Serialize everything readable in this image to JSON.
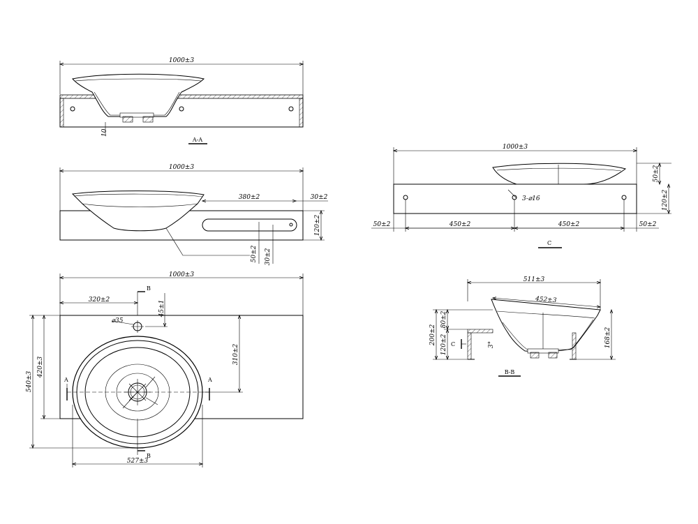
{
  "views": {
    "section_aa": {
      "name": "A-A",
      "dims": {
        "width": "1000±3",
        "bottom": "10"
      }
    },
    "elevation": {
      "dims": {
        "width": "1000±3",
        "slot_length": "380±2",
        "slot_right": "30±2",
        "height": "120±2",
        "slot_height": "50±2",
        "slot_offset": "30±2"
      }
    },
    "plan": {
      "dims": {
        "width": "1000±3",
        "tap_offset": "320±2",
        "tap_y": "45±1",
        "tap_hole": "⌀35",
        "bowl_center": "310±2",
        "depth": "540±3",
        "inner_depth": "420±3",
        "bowl_width": "527±3"
      },
      "markers": {
        "section_b_top": "B",
        "section_b_bottom": "B",
        "section_a_left": "A",
        "section_a_right": "A"
      }
    },
    "view_c": {
      "name": "C",
      "dims": {
        "width": "1000±3",
        "bowl_top": "50±2",
        "height": "120±2",
        "left_edge": "50±2",
        "hole_spacing_1": "450±2",
        "hole_spacing_2": "450±2",
        "right_edge": "50±2",
        "holes": "3-⌀16"
      }
    },
    "section_bb": {
      "name": "B-B",
      "dims": {
        "top_width": "511±3",
        "inner_width": "452±3",
        "total_height": "200±2",
        "top_part": "80±2",
        "slab": "120±2",
        "bowl_height": "168±2",
        "angle": "3°"
      },
      "marker": "C"
    }
  }
}
